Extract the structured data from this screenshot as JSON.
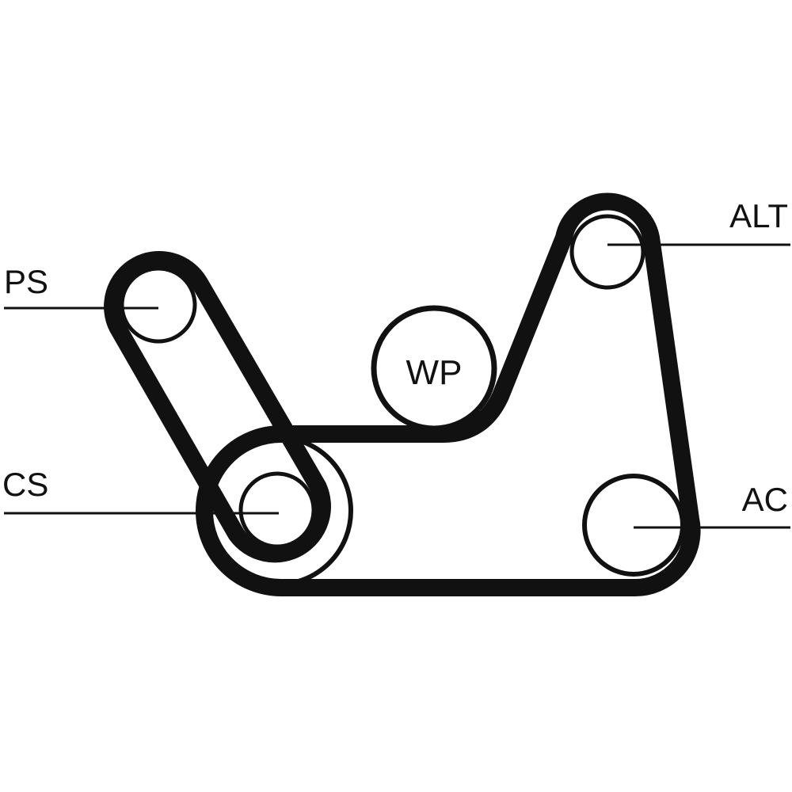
{
  "diagram": {
    "labels": {
      "ps": "PS",
      "cs": "CS",
      "wp": "WP",
      "alt": "ALT",
      "ac": "AC"
    },
    "colors": {
      "belt": "#111111",
      "background": "#ffffff"
    }
  }
}
